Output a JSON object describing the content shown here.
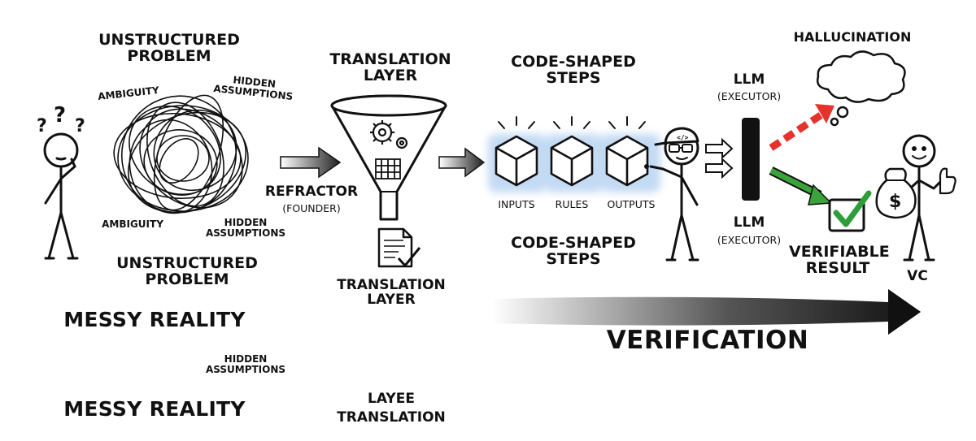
{
  "left": {
    "title_top_line1": "UNSTRUCTURED",
    "title_top_line2": "PROBLEM",
    "ambiguity_top": "AMBIGUITY",
    "hidden_top_line1": "HIDDEN",
    "hidden_top_line2": "ASSUMPTIONS",
    "ambiguity_bottom": "AMBIGUITY",
    "hidden_bottom_line1": "HIDDEN",
    "hidden_bottom_line2": "ASSUMPTIONS",
    "title_bottom_line1": "UNSTRUCTURED",
    "title_bottom_line2": "PROBLEM",
    "messy_1": "MESSY REALITY",
    "hidden_lower_line1": "HIDDEN",
    "hidden_lower_line2": "ASSUMPTIONS",
    "messy_2": "MESSY REALITY",
    "question_marks": "?"
  },
  "refractor": {
    "line1": "REFRACTOR",
    "line2": "(FOUNDER)"
  },
  "translation": {
    "top_line1": "TRANSLATION",
    "top_line2": "LAYER",
    "bottom_line1": "TRANSLATION",
    "bottom_line2": "LAYER",
    "lower_line1": "LAYEE",
    "lower_line2": "TRANSLATION"
  },
  "code_steps": {
    "top_line1": "CODE-SHAPED",
    "top_line2": "STEPS",
    "bottom_line1": "CODE-SHAPED",
    "bottom_line2": "STEPS",
    "cube_labels": [
      "INPUTS",
      "RULES",
      "OUTPUTS"
    ],
    "cap_text": "</>"
  },
  "llm": {
    "top_line1": "LLM",
    "top_line2": "(EXECUTOR)",
    "bottom_line1": "LLM",
    "bottom_line2": "(EXECUTOR)"
  },
  "outcomes": {
    "hallucination": "HALLUCINATION",
    "verifiable_line1": "VERIFIABLE",
    "verifiable_line2": "RESULT",
    "vc": "VC",
    "money_symbol": "$"
  },
  "verification": "VERIFICATION",
  "colors": {
    "ink": "#111111",
    "red_arrow": "#e5322d",
    "green_arrow": "#3aa33a",
    "check_green": "#2e9e3a",
    "cube_glow": "#b9d4f2"
  }
}
